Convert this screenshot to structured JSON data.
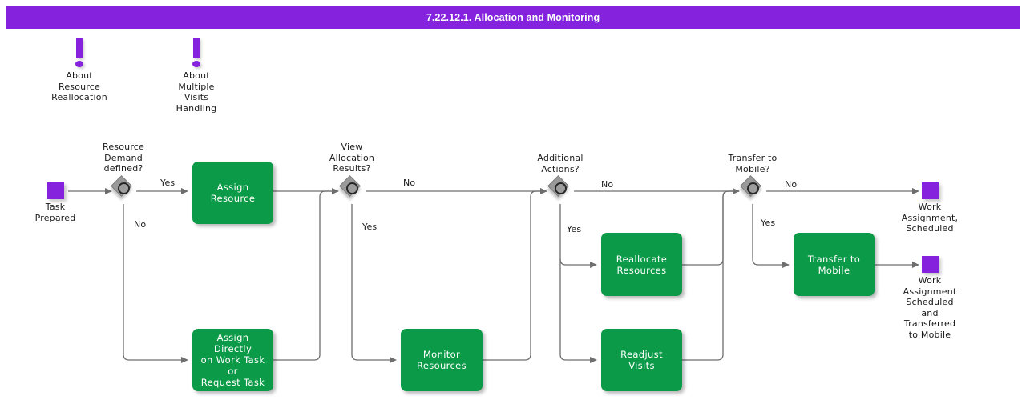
{
  "header": {
    "title": "7.22.12.1. Allocation and Monitoring",
    "bar_color": "#8422DE",
    "text_color": "#ffffff"
  },
  "colors": {
    "accent_purple": "#8422DE",
    "activity_green": "#0B9A48",
    "decision_gray": "#9a9a9a",
    "edge_gray": "#6e6e6e",
    "text_dark": "#1a1a1a",
    "canvas_white": "#ffffff"
  },
  "notes": [
    {
      "icon": "exclamation-icon",
      "label": "About\nResource\nReallocation"
    },
    {
      "icon": "exclamation-icon",
      "label": "About\nMultiple\nVisits\nHandling"
    }
  ],
  "terminators": [
    {
      "id": "start",
      "label": "Task\nPrepared"
    },
    {
      "id": "end-scheduled",
      "label": "Work\nAssignment,\nScheduled"
    },
    {
      "id": "end-transferred",
      "label": "Work\nAssignment\nScheduled\nand\nTransferred\nto Mobile"
    }
  ],
  "decisions": [
    {
      "id": "resource-demand",
      "label": "Resource\nDemand\ndefined?",
      "branches": [
        "Yes",
        "No"
      ]
    },
    {
      "id": "view-allocation",
      "label": "View\nAllocation\nResults?",
      "branches": [
        "No",
        "Yes"
      ]
    },
    {
      "id": "additional-actions",
      "label": "Additional\nActions?",
      "branches": [
        "No",
        "Yes"
      ]
    },
    {
      "id": "transfer-to-mobile",
      "label": "Transfer to\nMobile?",
      "branches": [
        "No",
        "Yes"
      ]
    }
  ],
  "activities": [
    {
      "id": "assign-resource",
      "label": "Assign Resource"
    },
    {
      "id": "assign-directly",
      "label": "Assign Directly\non Work Task or\nRequest Task"
    },
    {
      "id": "monitor-resources",
      "label": "Monitor\nResources"
    },
    {
      "id": "reallocate-resources",
      "label": "Reallocate\nResources"
    },
    {
      "id": "readjust-visits",
      "label": "Readjust Visits"
    },
    {
      "id": "transfer-to-mobile",
      "label": "Transfer to\nMobile"
    }
  ],
  "edge_labels": [
    {
      "id": "rd-yes",
      "text": "Yes"
    },
    {
      "id": "rd-no",
      "text": "No"
    },
    {
      "id": "va-no",
      "text": "No"
    },
    {
      "id": "va-yes",
      "text": "Yes"
    },
    {
      "id": "aa-no",
      "text": "No"
    },
    {
      "id": "aa-yes",
      "text": "Yes"
    },
    {
      "id": "tm-no",
      "text": "No"
    },
    {
      "id": "tm-yes",
      "text": "Yes"
    }
  ]
}
